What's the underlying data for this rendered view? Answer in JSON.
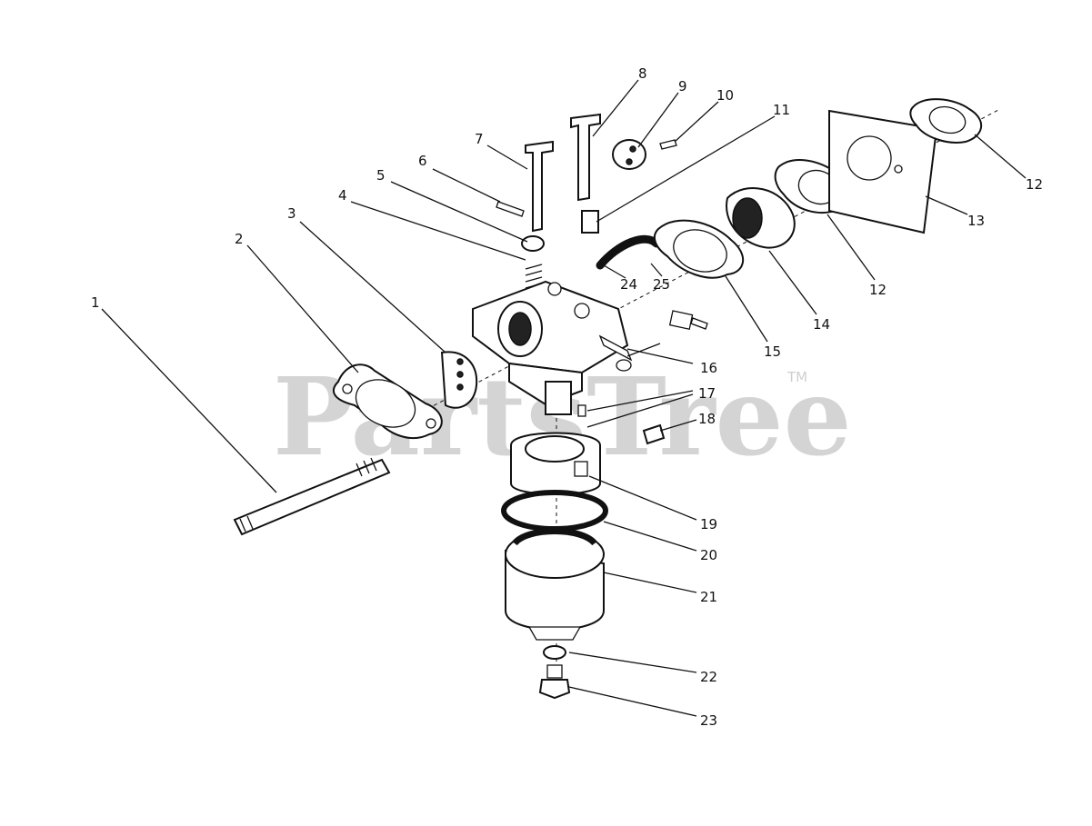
{
  "watermark": {
    "text": "PartsTree",
    "mark": "TM",
    "color": "#d4d4d4"
  },
  "callouts": [
    "1",
    "2",
    "3",
    "4",
    "5",
    "6",
    "7",
    "8",
    "9",
    "10",
    "11",
    "12",
    "12",
    "13",
    "14",
    "15",
    "16",
    "17",
    "18",
    "19",
    "20",
    "21",
    "22",
    "23",
    "24",
    "25"
  ],
  "icons": [
    "carburetor-body",
    "gasket",
    "mounting-stud",
    "float-bowl",
    "float",
    "screw",
    "lever"
  ]
}
